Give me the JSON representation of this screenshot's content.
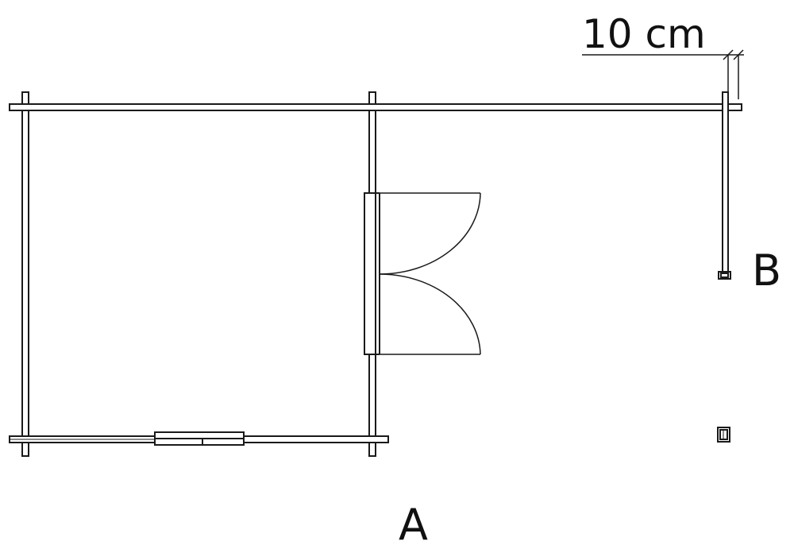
{
  "labels": {
    "dimension": "10 cm",
    "point_a": "A",
    "point_b": "B"
  },
  "colors": {
    "stroke": "#1a1a1a",
    "background": "#ffffff"
  }
}
